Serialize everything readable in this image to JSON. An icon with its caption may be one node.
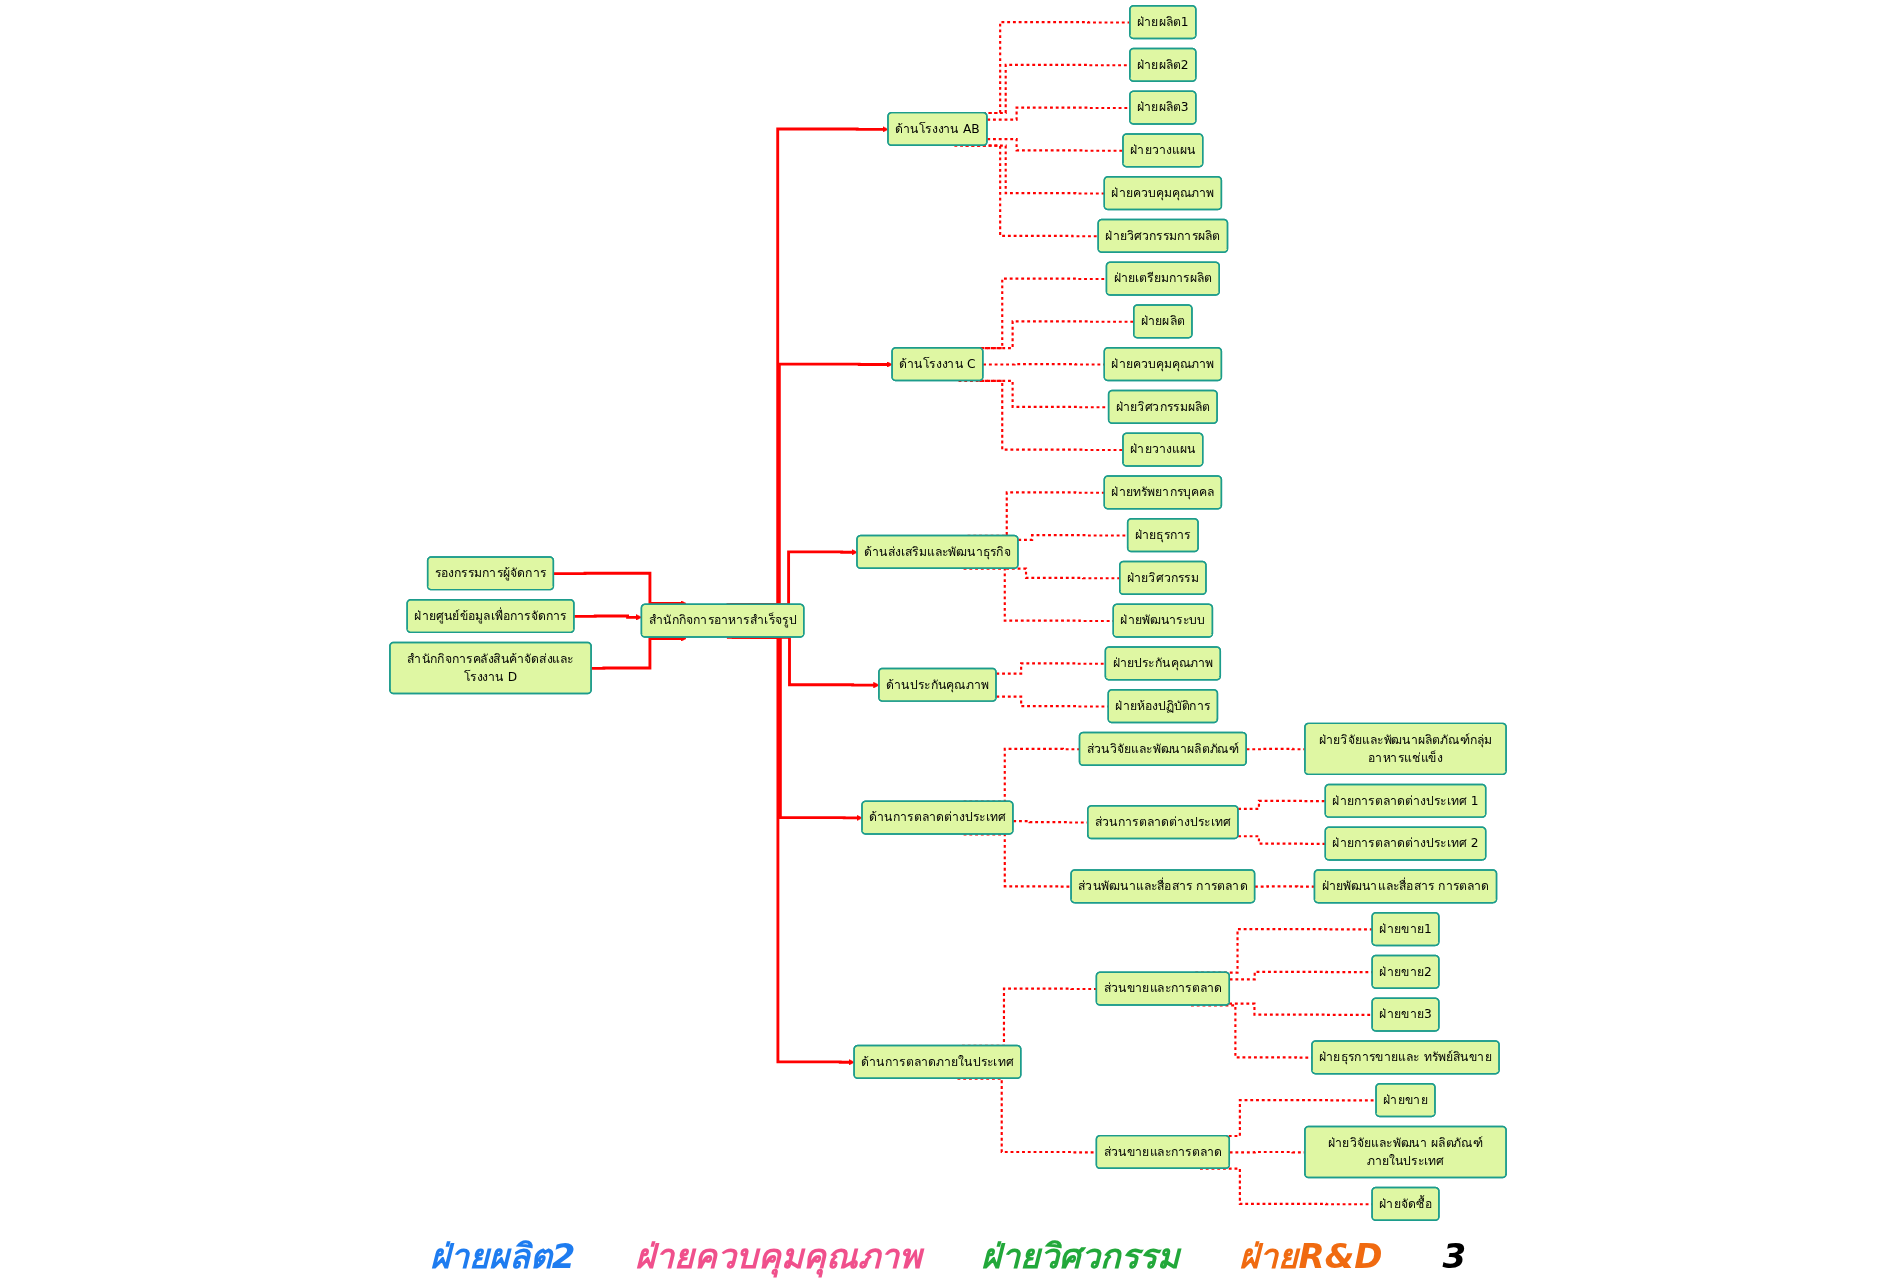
{
  "diagram": {
    "nodes": [
      {
        "text": [
          "รองกรรมการผู้จัดการ"
        ]
      },
      {
        "text": [
          "ฝ่ายศูนย์ข้อมูลเพื่อการจัดการ"
        ]
      },
      {
        "text": [
          "สำนักกิจการคลังสินค้าจัดส่งและโรงงาน D"
        ]
      },
      {
        "text": [
          "สำนักกิจการอาหารสำเร็จรูป"
        ]
      },
      {
        "text": [
          "ด้านโรงงาน AB"
        ]
      },
      {
        "text": [
          "ด้านโรงงาน C"
        ]
      },
      {
        "text": [
          "ด้านส่งเสริมและพัฒนาธุรกิจ"
        ]
      },
      {
        "text": [
          "ด้านประกันคุณภาพ"
        ]
      },
      {
        "text": [
          "ด้านการตลาดต่างประเทศ"
        ]
      },
      {
        "text": [
          "ด้านการตลาดภายในประเทศ"
        ]
      },
      {
        "text": [
          "ฝ่ายผลิต1"
        ]
      },
      {
        "text": [
          "ฝ่ายผลิต2"
        ]
      },
      {
        "text": [
          "ฝ่ายผลิต3"
        ]
      },
      {
        "text": [
          "ฝ่ายวางแผน"
        ]
      },
      {
        "text": [
          "ฝ่ายควบคุมคุณภาพ"
        ]
      },
      {
        "text": [
          "ฝ่ายวิศวกรรมการผลิต"
        ]
      },
      {
        "text": [
          "ฝ่ายเตรียมการผลิต"
        ]
      },
      {
        "text": [
          "ฝ่ายผลิต"
        ]
      },
      {
        "text": [
          "ฝ่ายควบคุมคุณภาพ"
        ]
      },
      {
        "text": [
          "ฝ่ายวิศวกรรมผลิต"
        ]
      },
      {
        "text": [
          "ฝ่ายวางแผน"
        ]
      },
      {
        "text": [
          "ฝ่ายทรัพยากรบุคคล"
        ]
      },
      {
        "text": [
          "ฝ่ายธุรการ"
        ]
      },
      {
        "text": [
          "ฝ่ายวิศวกรรม"
        ]
      },
      {
        "text": [
          "ฝ่ายพัฒนาระบบ"
        ]
      },
      {
        "text": [
          "ฝ่ายประกันคุณภาพ"
        ]
      },
      {
        "text": [
          "ฝ่ายห้องปฏิบัติการ"
        ]
      },
      {
        "text": [
          "ส่วนวิจัยและพัฒนาผลิตภัณฑ์"
        ]
      },
      {
        "text": [
          "ฝ่ายวิจัยและพัฒนาผลิตภัณฑ์กลุ่มอาหารแช่แข็ง"
        ]
      },
      {
        "text": [
          "ส่วนการตลาดต่างประเทศ"
        ]
      },
      {
        "text": [
          "ฝ่ายการตลาดต่างประเทศ 1"
        ]
      },
      {
        "text": [
          "ฝ่ายการตลาดต่างประเทศ 2"
        ]
      },
      {
        "text": [
          "ส่วนพัฒนาและสื่อสาร การตลาด"
        ]
      },
      {
        "text": [
          "ฝ่ายพัฒนาและสื่อสาร การตลาด"
        ]
      },
      {
        "text": [
          "ส่วนขายและการตลาด"
        ]
      },
      {
        "text": [
          "ฝ่ายขาย1"
        ]
      },
      {
        "text": [
          "ฝ่ายขาย2"
        ]
      },
      {
        "text": [
          "ฝ่ายขาย3"
        ]
      },
      {
        "text": [
          "ฝ่ายธุรการขายและ ทรัพย์สินขาย"
        ]
      },
      {
        "text": [
          "ส่วนขายและการตลาด"
        ]
      },
      {
        "text": [
          "ฝ่ายขาย"
        ]
      },
      {
        "text": [
          "ฝ่ายวิจัยและพัฒนา ผลิตภัณฑ์ภายในประเทศ"
        ]
      },
      {
        "text": [
          "ฝ่ายจัดซื้อ"
        ]
      }
    ],
    "edges": [
      {
        "from": 0,
        "to": 3,
        "arrow": "to"
      },
      {
        "from": 1,
        "to": 3,
        "arrow": "to"
      },
      {
        "from": 2,
        "to": 3,
        "arrow": "to"
      },
      {
        "from": 3,
        "to": 4,
        "arrow": "to"
      },
      {
        "from": 3,
        "to": 5,
        "arrow": "to"
      },
      {
        "from": 3,
        "to": 6,
        "arrow": "to"
      },
      {
        "from": 3,
        "to": 7,
        "arrow": "to"
      },
      {
        "from": 3,
        "to": 8,
        "arrow": "to"
      },
      {
        "from": 3,
        "to": 9,
        "arrow": "to"
      },
      {
        "from": 4,
        "to": 10,
        "arrow": "none",
        "style": "dashed"
      },
      {
        "from": 4,
        "to": 11,
        "arrow": "none",
        "style": "dashed"
      },
      {
        "from": 4,
        "to": 12,
        "arrow": "none",
        "style": "dashed"
      },
      {
        "from": 4,
        "to": 13,
        "arrow": "none",
        "style": "dashed"
      },
      {
        "from": 4,
        "to": 14,
        "arrow": "none",
        "style": "dashed"
      },
      {
        "from": 4,
        "to": 15,
        "arrow": "none",
        "style": "dashed"
      },
      {
        "from": 5,
        "to": 16,
        "arrow": "none",
        "style": "dashed"
      },
      {
        "from": 5,
        "to": 17,
        "arrow": "none",
        "style": "dashed"
      },
      {
        "from": 5,
        "to": 18,
        "arrow": "none",
        "style": "dashed"
      },
      {
        "from": 5,
        "to": 19,
        "arrow": "none",
        "style": "dashed"
      },
      {
        "from": 5,
        "to": 20,
        "arrow": "none",
        "style": "dashed"
      },
      {
        "from": 6,
        "to": 21,
        "arrow": "none",
        "style": "dashed"
      },
      {
        "from": 6,
        "to": 22,
        "arrow": "none",
        "style": "dashed"
      },
      {
        "from": 6,
        "to": 23,
        "arrow": "none",
        "style": "dashed"
      },
      {
        "from": 6,
        "to": 24,
        "arrow": "none",
        "style": "dashed"
      },
      {
        "from": 7,
        "to": 25,
        "arrow": "none",
        "style": "dashed"
      },
      {
        "from": 7,
        "to": 26,
        "arrow": "none",
        "style": "dashed"
      },
      {
        "from": 8,
        "to": 27,
        "arrow": "none",
        "style": "dashed"
      },
      {
        "from": 27,
        "to": 28,
        "arrow": "none",
        "style": "dashed"
      },
      {
        "from": 8,
        "to": 29,
        "arrow": "none",
        "style": "dashed"
      },
      {
        "from": 29,
        "to": 30,
        "arrow": "none",
        "style": "dashed"
      },
      {
        "from": 29,
        "to": 31,
        "arrow": "none",
        "style": "dashed"
      },
      {
        "from": 8,
        "to": 32,
        "arrow": "none",
        "style": "dashed"
      },
      {
        "from": 32,
        "to": 33,
        "arrow": "none",
        "style": "dashed"
      },
      {
        "from": 9,
        "to": 34,
        "arrow": "none",
        "style": "dashed"
      },
      {
        "from": 34,
        "to": 35,
        "arrow": "none",
        "style": "dashed"
      },
      {
        "from": 34,
        "to": 36,
        "arrow": "none",
        "style": "dashed"
      },
      {
        "from": 34,
        "to": 37,
        "arrow": "none",
        "style": "dashed"
      },
      {
        "from": 34,
        "to": 38,
        "arrow": "none",
        "style": "dashed"
      },
      {
        "from": 9,
        "to": 39,
        "arrow": "none",
        "style": "dashed"
      },
      {
        "from": 39,
        "to": 40,
        "arrow": "none",
        "style": "dashed"
      },
      {
        "from": 39,
        "to": 41,
        "arrow": "none",
        "style": "dashed"
      },
      {
        "from": 39,
        "to": 42,
        "arrow": "none",
        "style": "dashed"
      }
    ],
    "labels": [
      "ฝ่ายผลิต2",
      "ฝ่ายควบคุมคุณภาพ",
      "ฝ่ายวิศวกรรม",
      "ฝ่ายR&D",
      "3"
    ]
  }
}
